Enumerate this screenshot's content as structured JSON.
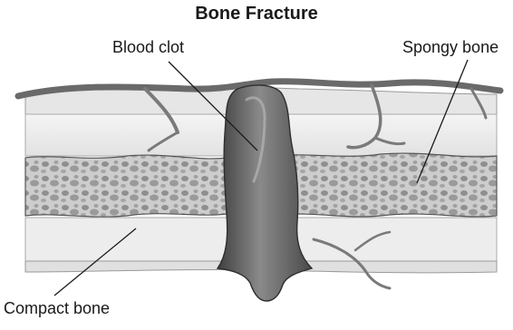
{
  "diagram": {
    "title": "Bone Fracture",
    "labels": {
      "blood_clot": "Blood clot",
      "spongy_bone": "Spongy bone",
      "compact_bone": "Compact bone"
    },
    "colors": {
      "compact_bone": "#ececec",
      "spongy_bone": "#c8c8c8",
      "spongy_pores": "#8f8f8f",
      "clot": "#6a6a6a",
      "vessel": "#7a7a7a",
      "outline": "#3a3a3a"
    }
  }
}
